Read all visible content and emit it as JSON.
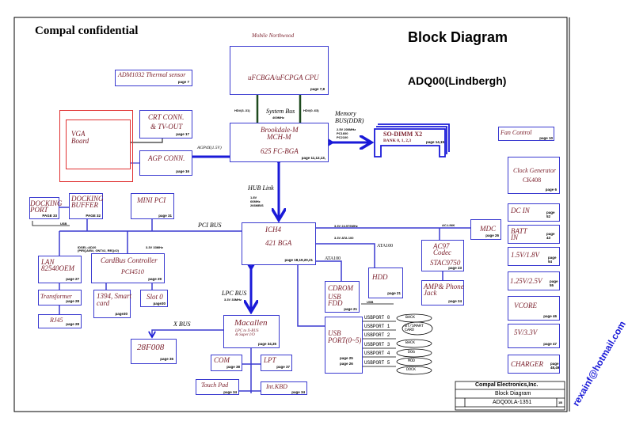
{
  "header": {
    "confidential": "Compal confidential",
    "title": "Block Diagram",
    "project": "ADQ00(Lindbergh)"
  },
  "cpu": {
    "caption": "Mobile Northwood",
    "label": "uFCBGA/uFCPGA CPU",
    "page": "page 7,8"
  },
  "system_bus": {
    "label": "System Bus",
    "speed": "400MHz",
    "left": "HD#(3..31)",
    "right": "HD#(0..63)"
  },
  "mch": {
    "l1": "Brookdale-M",
    "l2": "MCH-M",
    "l3": "625  FC-BGA",
    "page": "page 11,12,13,"
  },
  "memory": {
    "label1": "Memory",
    "label2": "BUS(DDR)",
    "spec1": "2.5V 200MHz",
    "spec2": "PC1600",
    "spec3": "PC2100"
  },
  "sodimm": {
    "l1": "SO-DIMM X2",
    "l2": "BANK 0, 1, 2,3",
    "page": "page 14,15"
  },
  "thermal": {
    "label": "ADM1032 Thermal sensor",
    "page": "page 7"
  },
  "vga": {
    "l1": "VGA",
    "l2": "Board"
  },
  "crt": {
    "l1": "CRT CONN.",
    "l2": "& TV-OUT",
    "page": "page 17"
  },
  "agp": {
    "label": "AGP CONN.",
    "page": "page 16",
    "bus": "AGP4X(1.5V)"
  },
  "hub": {
    "label": "HUB Link",
    "s1": "1.8V",
    "s2": "66MHz",
    "s3": "266MB/S"
  },
  "ich4": {
    "l1": "ICH4",
    "l2": "421 BGA",
    "page": "page 18,19,20,21"
  },
  "pci": {
    "label": "PCI BUS",
    "cb_note1": "IDSEL:AD20",
    "cb_note2": "(PIRQA/B#, GNT#2, REQ#2)",
    "cb_note3": "3.3V 33MHz"
  },
  "docking_port": {
    "l1": "DOCKING",
    "l2": "PORT",
    "page": "PAGE 33",
    "usb": "USB"
  },
  "docking_buffer": {
    "l1": "DOCKING",
    "l2": "BUFFER",
    "page": "PAGE 32"
  },
  "minipci": {
    "label": "MINI PCI",
    "page": "page 31"
  },
  "lan": {
    "l1": "LAN",
    "l2": "82540OEM",
    "page": "page 27"
  },
  "transformer": {
    "label": "Transformer",
    "page": "page 28"
  },
  "rj45": {
    "label": "RJ45",
    "page": "page 28"
  },
  "cardbus": {
    "l1": "CardBus Controller",
    "l2": "PCI4510",
    "page": "page 29"
  },
  "smartcard": {
    "l1": "1394, Smart",
    "l2": "card",
    "page": "page30"
  },
  "slot0": {
    "label": "Slot 0",
    "page": "page30"
  },
  "lpc": {
    "label": "LPC BUS",
    "speed": "3.3V 33MHz"
  },
  "macallen": {
    "l1": "Macallen",
    "l2": "LPC to X-BUS",
    "l3": "& Super I/O",
    "page": "page 34,35"
  },
  "xbus": {
    "label": "X BUS"
  },
  "flash": {
    "label": "28F008",
    "page": "page 36"
  },
  "com": {
    "label": "COM",
    "page": "page 38"
  },
  "lpt": {
    "label": "LPT",
    "page": "page 37"
  },
  "touchpad": {
    "label": "Touch Pad",
    "page": "page 34"
  },
  "kbd": {
    "label": "Int.KBD",
    "page": "page 34"
  },
  "aclink": {
    "label": "AC-LINK",
    "spec": "3.3V 24.576MHz"
  },
  "ata": {
    "spec": "3.3V ATA 100",
    "label1": "ATA100",
    "label2": "ATA100"
  },
  "mdc": {
    "label": "MDC",
    "page": "page 26"
  },
  "ac97": {
    "l1": "AC97",
    "l2": "Codec",
    "l3": "STAC9750",
    "page": "page 23"
  },
  "amp": {
    "l1": "AMP& Phone",
    "l2": "Jack",
    "page": "page 24"
  },
  "hdd": {
    "label": "HDD",
    "page": "page 21"
  },
  "cdrom": {
    "l1": "CDROM",
    "l2": "USB",
    "l3": "FDD",
    "page": "page 21",
    "usb": "USB"
  },
  "usbport": {
    "l1": "USB",
    "l2": "PORT(0~5)",
    "page1": "page 25",
    "page2": "page 26",
    "ports": [
      "USBPORT 0",
      "USBPORT 1",
      "USBPORT 2",
      "USBPORT 3",
      "USBPORT 4",
      "USBPORT 5"
    ],
    "targets": [
      "BACK",
      "BT/SMART CARD",
      "BACK",
      "DOG",
      "MOD",
      "DOCK"
    ]
  },
  "fan": {
    "label": "Fan Control",
    "page": "page 10"
  },
  "clock": {
    "l1": "Clock Generator",
    "l2": "CK408",
    "page": "page 6"
  },
  "power": [
    {
      "label": "DC IN",
      "page": "page 52"
    },
    {
      "label": "BATT IN",
      "page": "page 43"
    },
    {
      "label": "1.5V/1.8V",
      "page": "page 54"
    },
    {
      "label": "1.25V/2.5V",
      "page": "page 55"
    },
    {
      "label": "VCORE",
      "page": "page 46"
    },
    {
      "label": "5V/3.3V",
      "page": "page 47"
    },
    {
      "label": "CHARGER",
      "page": "page 48,49"
    }
  ],
  "titleblock": {
    "company": "Compal Electronics,Inc.",
    "title": "Block Diagram",
    "doc": "ADQ00LA-1351",
    "rev": "1B"
  },
  "watermark": "rexainf@hotmail.com",
  "colors": {
    "box": "#3a3ad0",
    "label": "#7a1e2a",
    "vga": "#e03030",
    "bus": "#1a1ad8"
  }
}
